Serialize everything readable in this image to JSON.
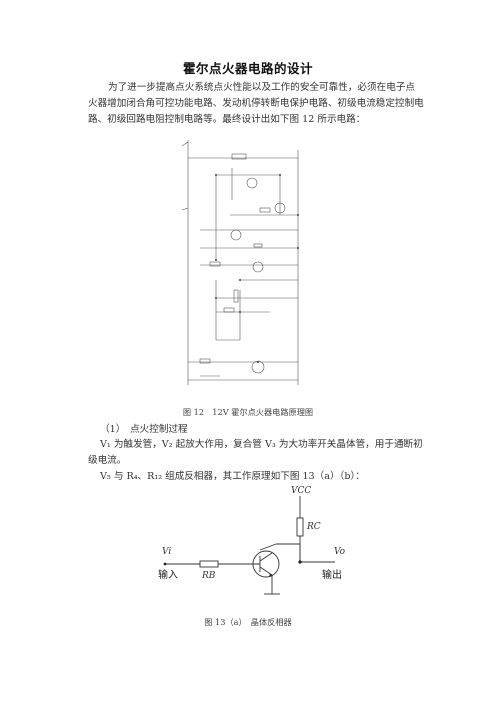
{
  "doc": {
    "title": "霍尔点火器电路的设计",
    "intro": "为了进一步提高点火系统点火性能以及工作的安全可靠性，必须在电子点火器增加闭合角可控功能电路、发动机停转断电保护电路、初级电流稳定控制电路、初级回路电阻控制电路等。最终设计出如下图 12 所示电路：",
    "fig12_caption": "图 12　12V 霍尔点火器电路原理图",
    "section_heading": "（1）　点火控制过程",
    "para_v1": "V₁ 为触发管，V₂ 起放大作用，复合管 V₃ 为大功率开关晶体管，用于通断初级电流。",
    "para_v5": "V₅ 与 R₄、R₁₂ 组成反相器，其工作原理如下图 13（a）（b）：",
    "fig13_caption": "图 13（a）　晶体反相器"
  },
  "inverter": {
    "vcc": "VCC",
    "rc": "RC",
    "rb": "RB",
    "vi": "Vi",
    "vo": "Vo",
    "input_label": "输入",
    "output_label": "输出"
  }
}
